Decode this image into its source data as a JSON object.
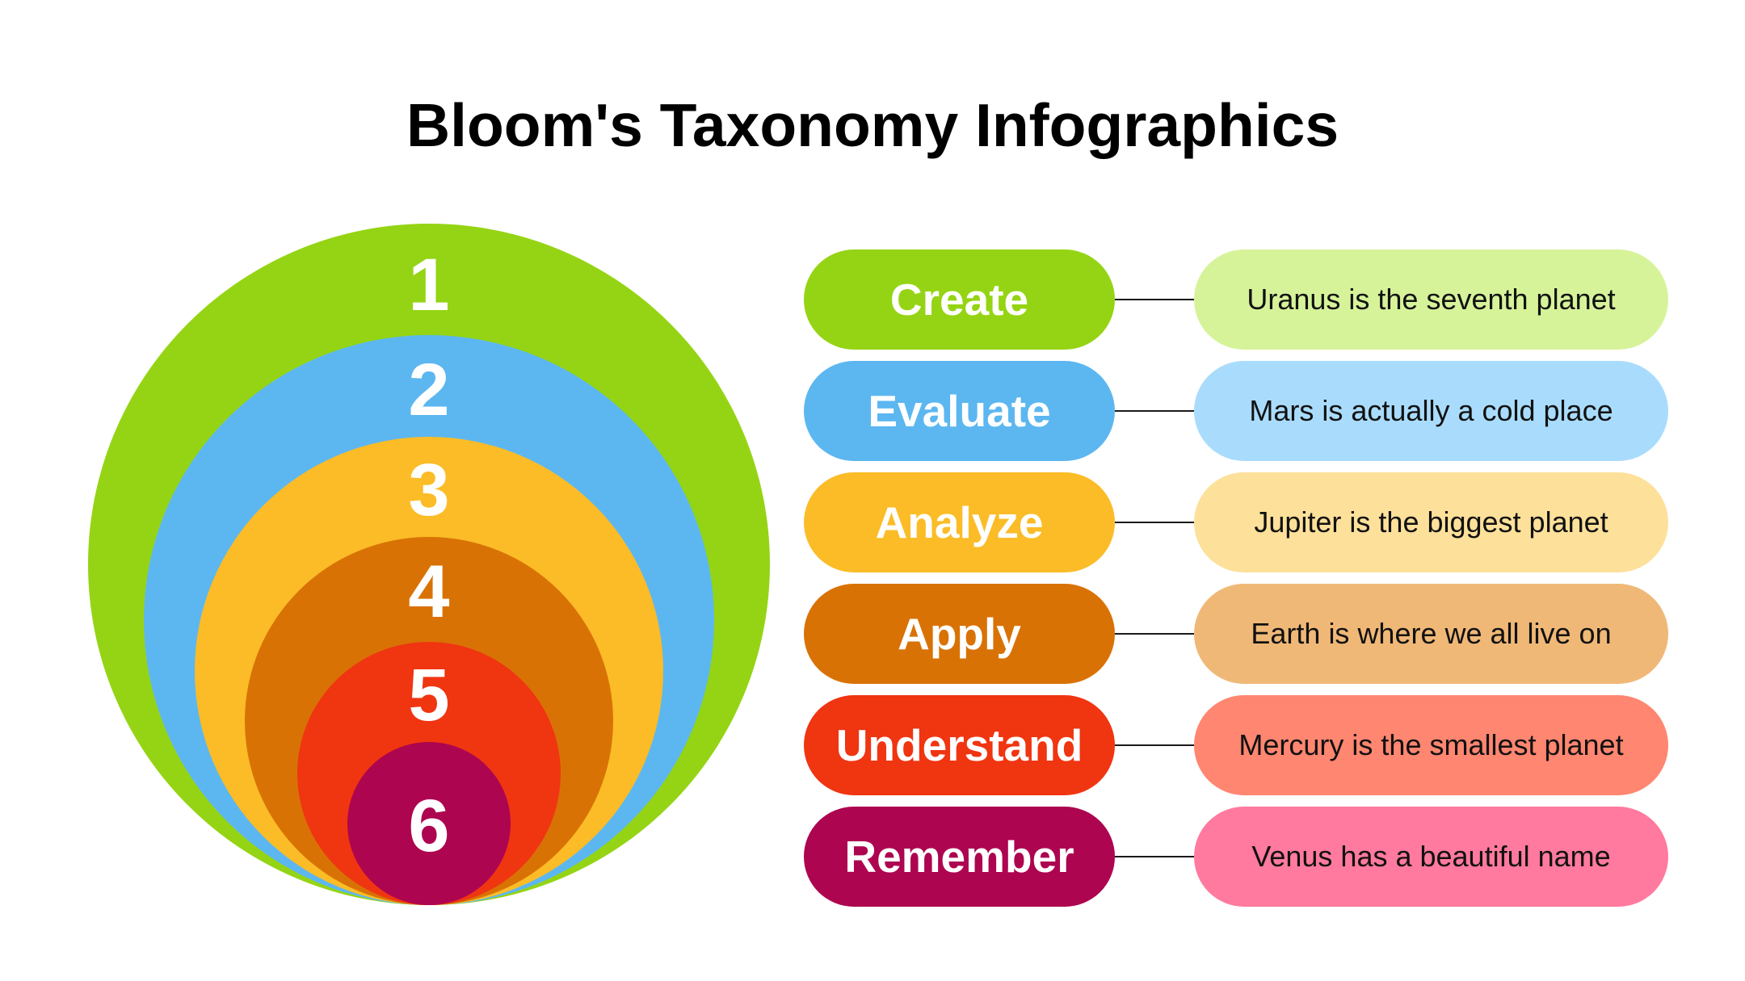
{
  "title": "Bloom's Taxonomy Infographics",
  "levels": [
    {
      "number": "1",
      "label": "Create",
      "description": "Uranus is the seventh planet",
      "color": "#95D414",
      "light_color": "#D6F39A"
    },
    {
      "number": "2",
      "label": "Evaluate",
      "description": "Mars is actually a cold place",
      "color": "#5CB7F0",
      "light_color": "#A9DCFC"
    },
    {
      "number": "3",
      "label": "Analyze",
      "description": "Jupiter is the biggest planet",
      "color": "#FBBC27",
      "light_color": "#FDE09A"
    },
    {
      "number": "4",
      "label": "Apply",
      "description": "Earth is where we all live on",
      "color": "#D97205",
      "light_color": "#F0B877"
    },
    {
      "number": "5",
      "label": "Understand",
      "description": "Mercury is the smallest planet",
      "color": "#F03511",
      "light_color": "#FF8670"
    },
    {
      "number": "6",
      "label": "Remember",
      "description": "Venus has a beautiful name",
      "color": "#AD0550",
      "light_color": "#FF7A9E"
    }
  ]
}
